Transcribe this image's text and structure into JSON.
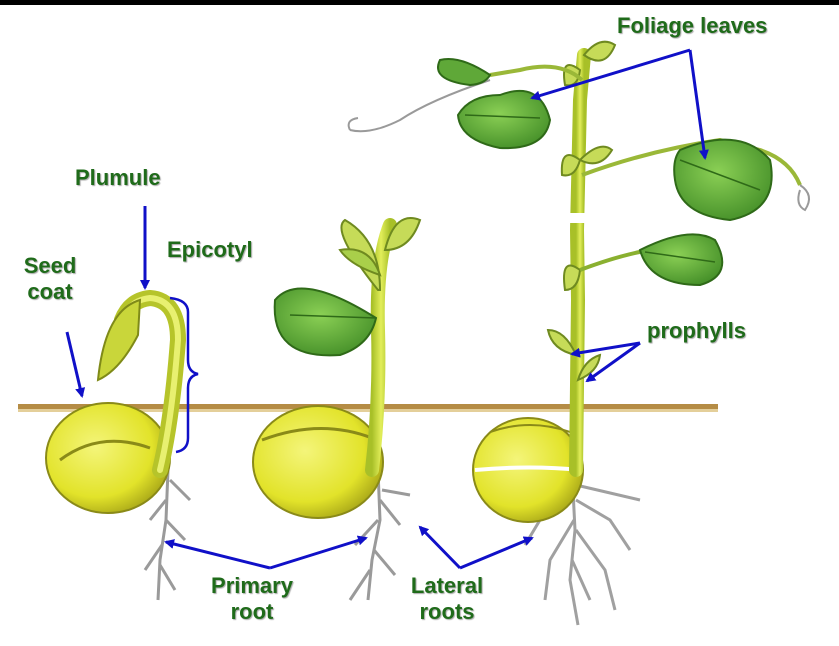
{
  "diagram": {
    "labels": {
      "foliage_leaves": "Foliage leaves",
      "plumule": "Plumule",
      "seed_coat_line1": "Seed",
      "seed_coat_line2": "coat",
      "epicotyl": "Epicotyl",
      "prophylls": "prophylls",
      "primary_root_line1": "Primary",
      "primary_root_line2": "root",
      "lateral_roots_line1": "Lateral",
      "lateral_roots_line2": "roots"
    },
    "colors": {
      "label_text": "#1f6b1a",
      "arrow": "#1010c8",
      "soil_line": "#a07a3a",
      "seed_fill": "#e6e83a",
      "stem": "#c8d83a",
      "leaf": "#5fa838",
      "leaf_vein": "#2f6a18",
      "root": "#9a9a9a",
      "top_bar": "#000000"
    }
  }
}
